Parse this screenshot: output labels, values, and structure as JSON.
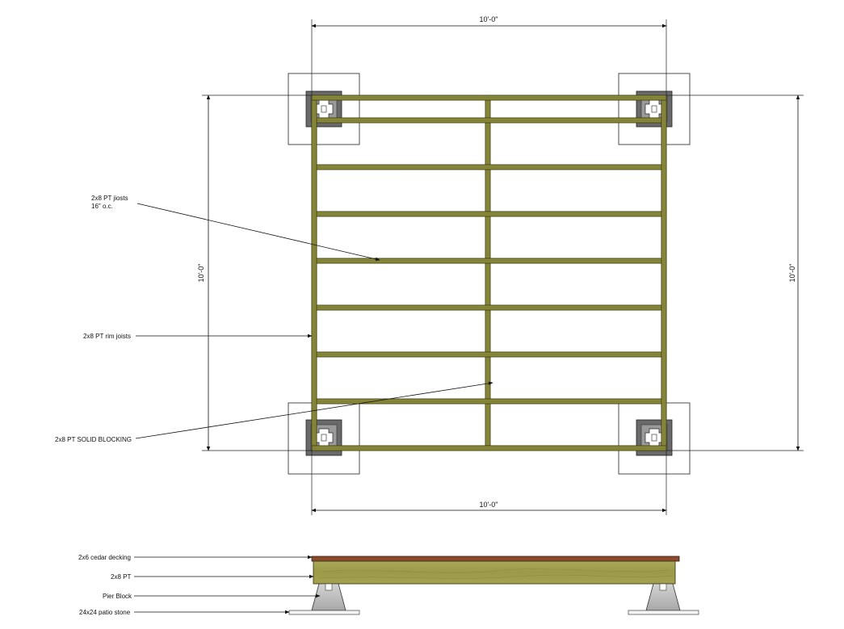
{
  "dimensions": {
    "top": "10'-0\"",
    "bottom": "10'-0\"",
    "left": "10'-0\"",
    "right": "10'-0\""
  },
  "callouts": {
    "joists_line1": "2x8 PT jiosts",
    "joists_line2": "16\" o.c.",
    "rim_joists": "2x8 PT rim joists",
    "solid_blocking": "2x8 PT SOLID BLOCKING"
  },
  "section_labels": {
    "decking": "2x6 cedar decking",
    "framing": "2x8 PT",
    "pier_block": "Pier Block",
    "patio_stone": "24x24 patio stone"
  },
  "colors": {
    "lumber": "#8a8a3c",
    "lumber_edge": "#3e3e14",
    "decking": "#8b4a2b",
    "pier": "#bdbdbd",
    "pier_dark": "#5a5a5a"
  }
}
